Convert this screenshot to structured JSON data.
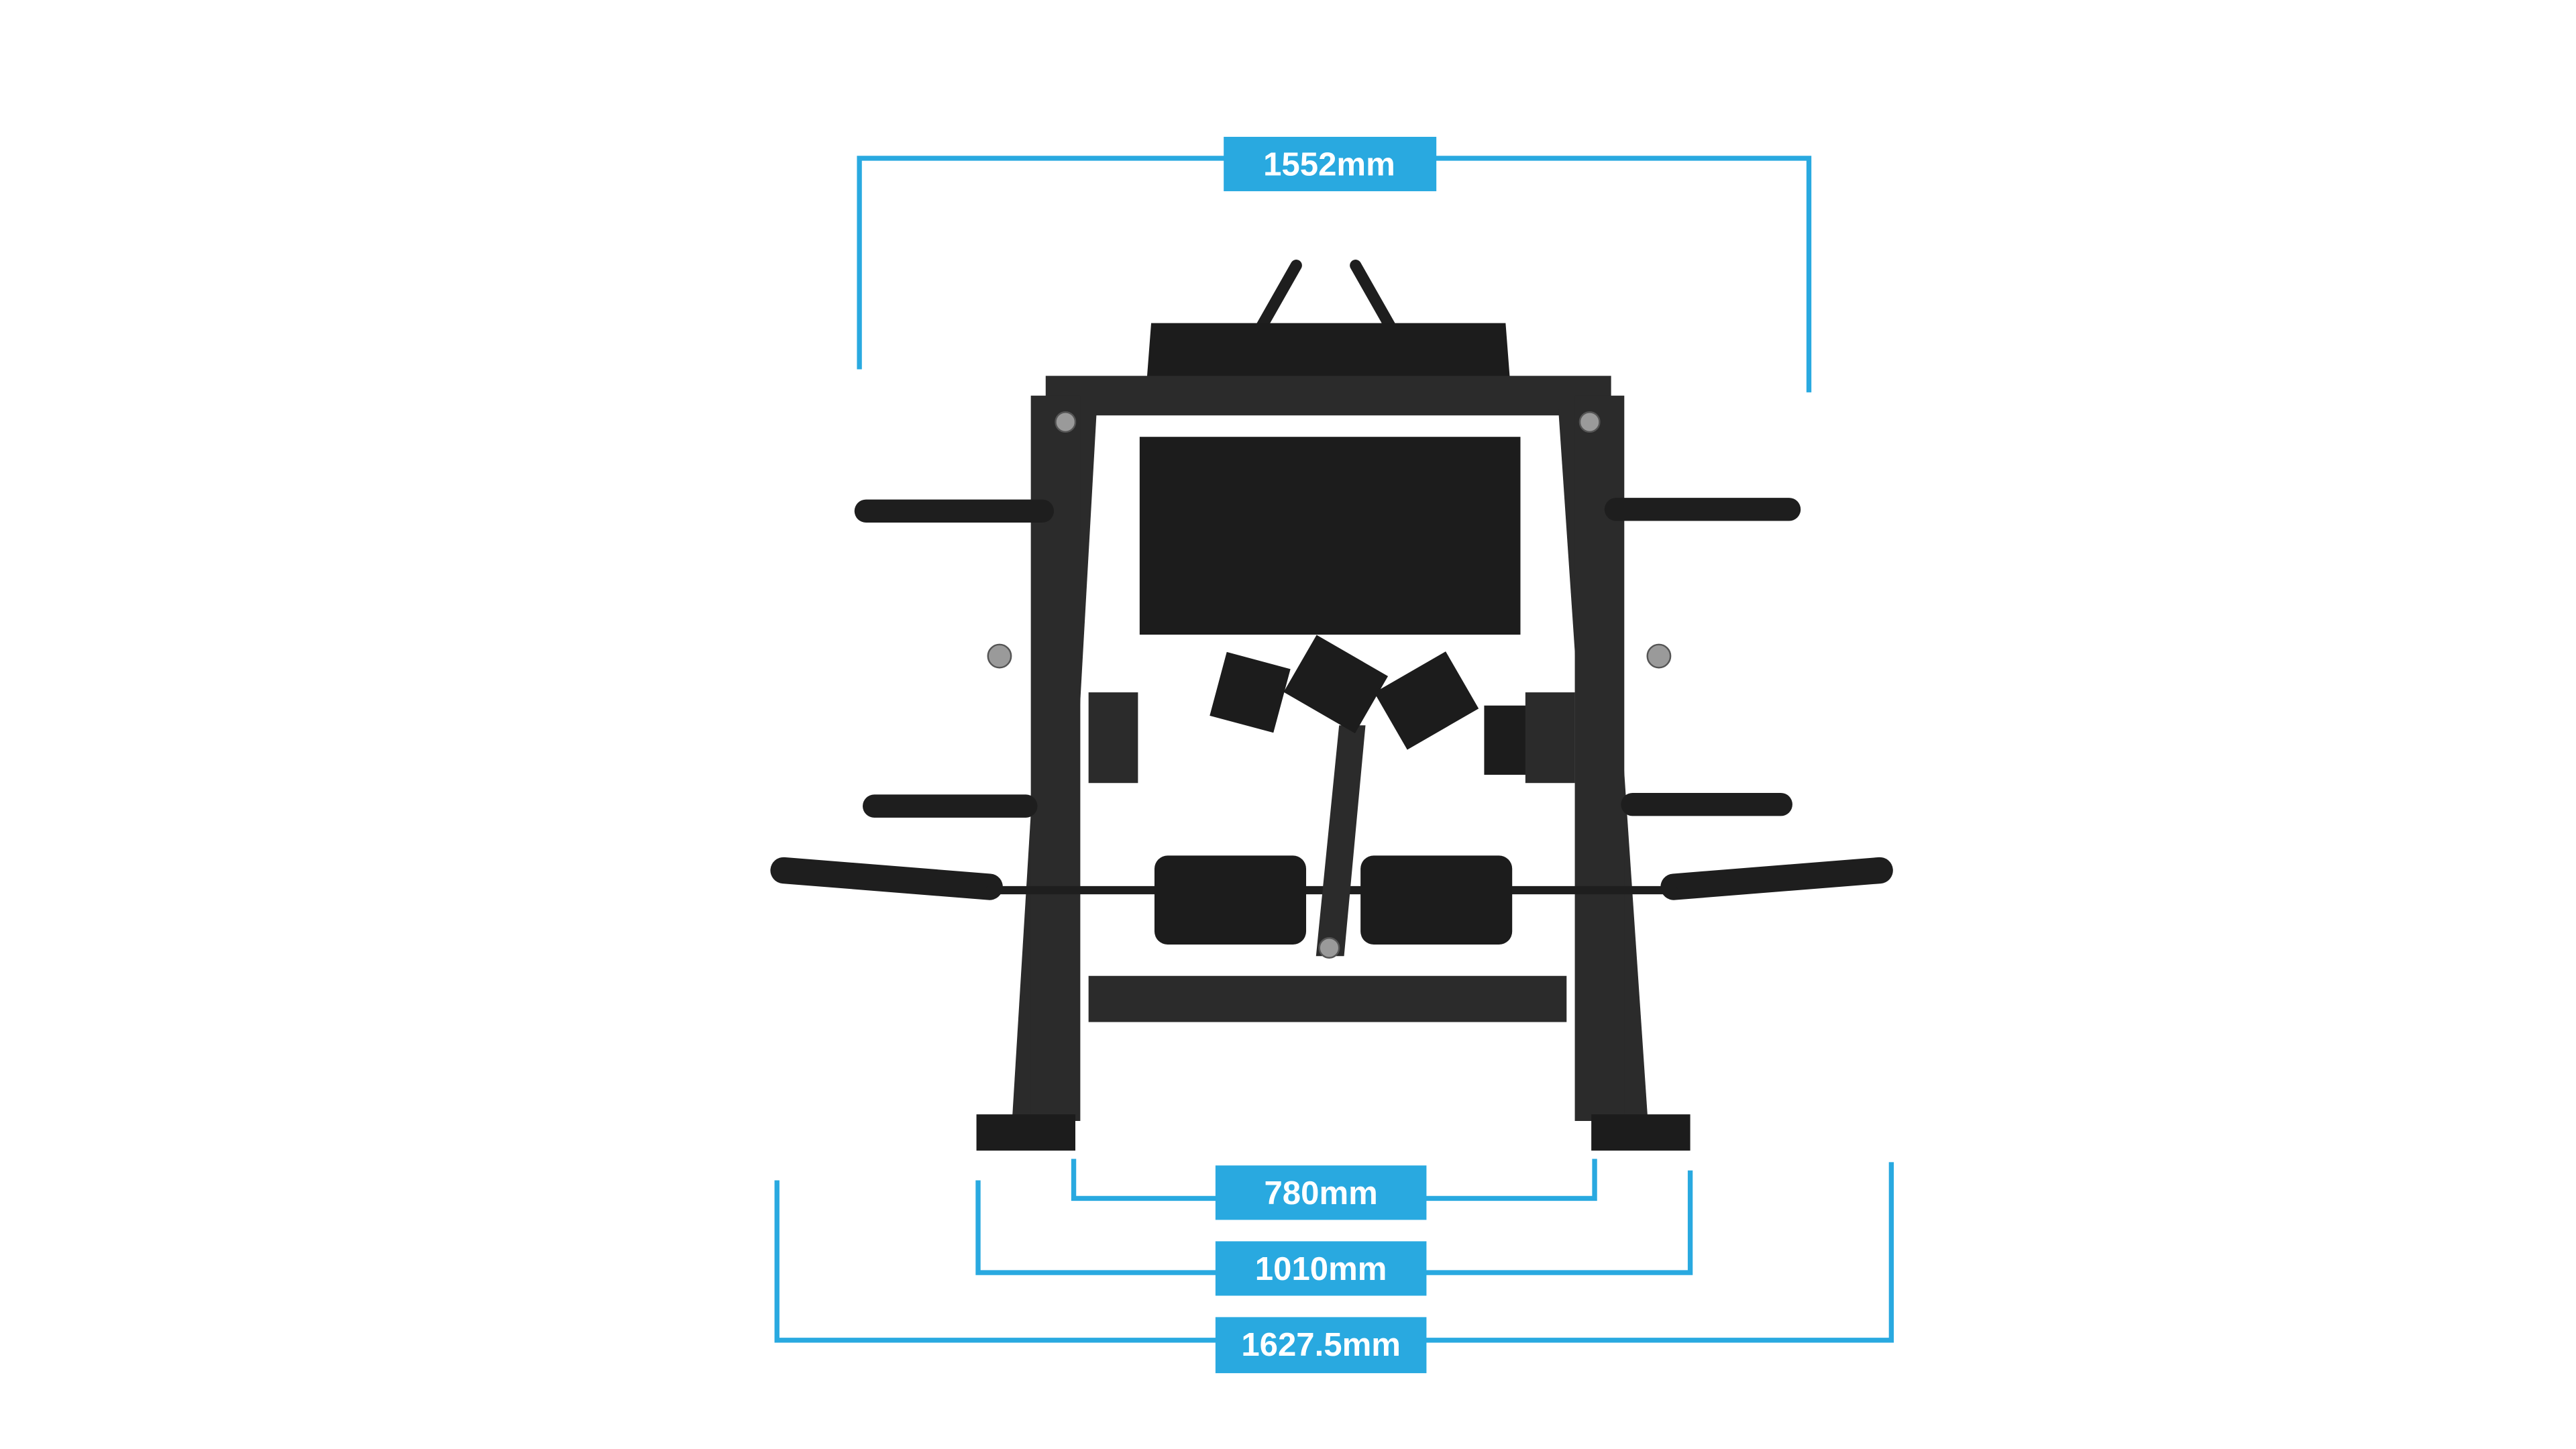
{
  "dimensions": {
    "top_width": "1552mm",
    "base_inner": "780mm",
    "base_outer": "1010mm",
    "overall_width": "1627.5mm"
  },
  "colors": {
    "dimension_line": "#29a9e0",
    "label_text": "#ffffff",
    "machine": "#2b2b2b"
  }
}
